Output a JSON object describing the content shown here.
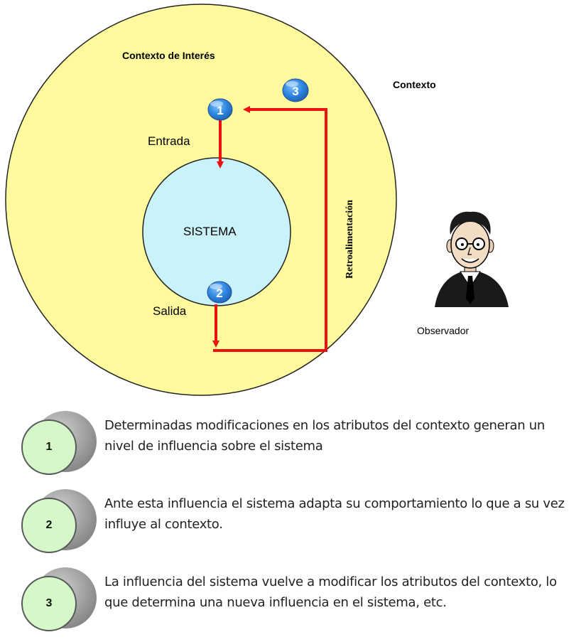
{
  "diagram": {
    "context_interest_label": "Contexto de Interés",
    "context_label": "Contexto",
    "input_label": "Entrada",
    "system_label": "SISTEMA",
    "output_label": "Salida",
    "feedback_label": "Retroalimentación",
    "observer_label": "Observador",
    "badges": [
      "1",
      "2",
      "3"
    ]
  },
  "legend": [
    {
      "number": "1",
      "text": "Determinadas modificaciones en los atributos del contexto generan un nivel de influencia sobre el sistema"
    },
    {
      "number": "2",
      "text": "Ante esta influencia el sistema adapta su comportamiento lo que a su vez influye al contexto."
    },
    {
      "number": "3",
      "text": "La influencia del sistema vuelve a modificar los atributos del contexto, lo que determina una nueva influencia en el sistema, etc."
    }
  ],
  "colors": {
    "context_fill": "#fffa9e",
    "system_fill": "#c9f2f9",
    "arrow": "#ee1111",
    "badge": "#2f86e0",
    "legend_fill": "#d6f7c7"
  }
}
